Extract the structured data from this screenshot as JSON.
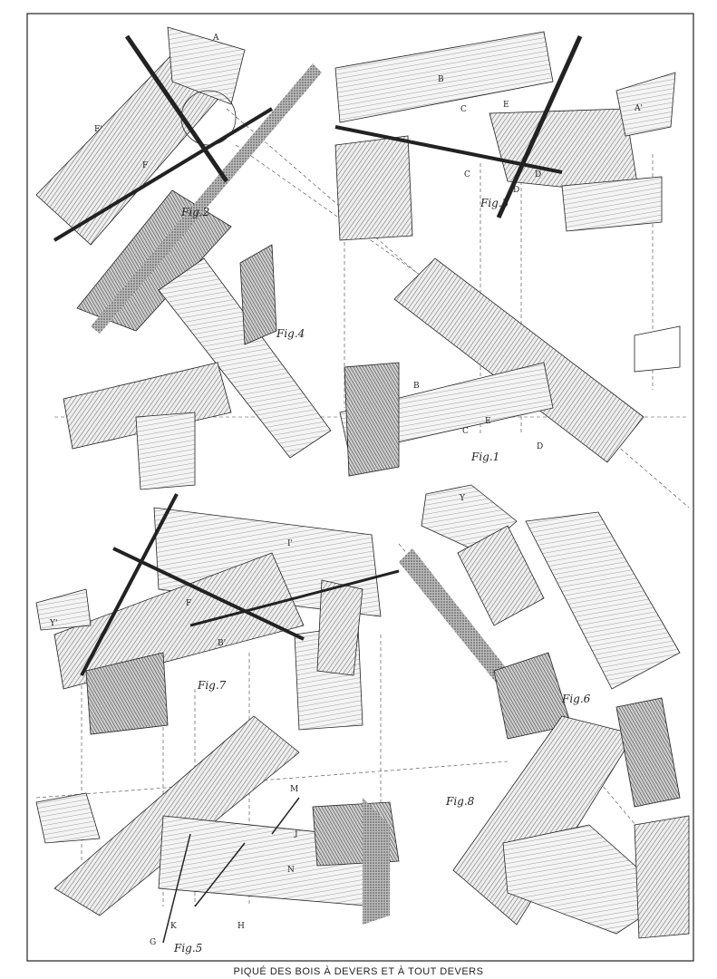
{
  "plate": {
    "caption": "PIQUÉ DES BOIS À DEVERS ET À TOUT DEVERS",
    "figures": [
      "Fig.1",
      "Fig.2",
      "Fig.3",
      "Fig.4",
      "Fig.5",
      "Fig.6",
      "Fig.7",
      "Fig.8"
    ],
    "letters": {
      "fig2": [
        "A",
        "F'",
        "F"
      ],
      "fig3": [
        "B",
        "C",
        "E",
        "D",
        "A'",
        "C",
        "D"
      ],
      "fig1": [
        "B",
        "C",
        "E",
        "D"
      ],
      "fig7": [
        "Y'",
        "Y",
        "I'",
        "F",
        "B'"
      ],
      "fig5": [
        "M",
        "J",
        "N",
        "K",
        "H",
        "G"
      ]
    }
  }
}
